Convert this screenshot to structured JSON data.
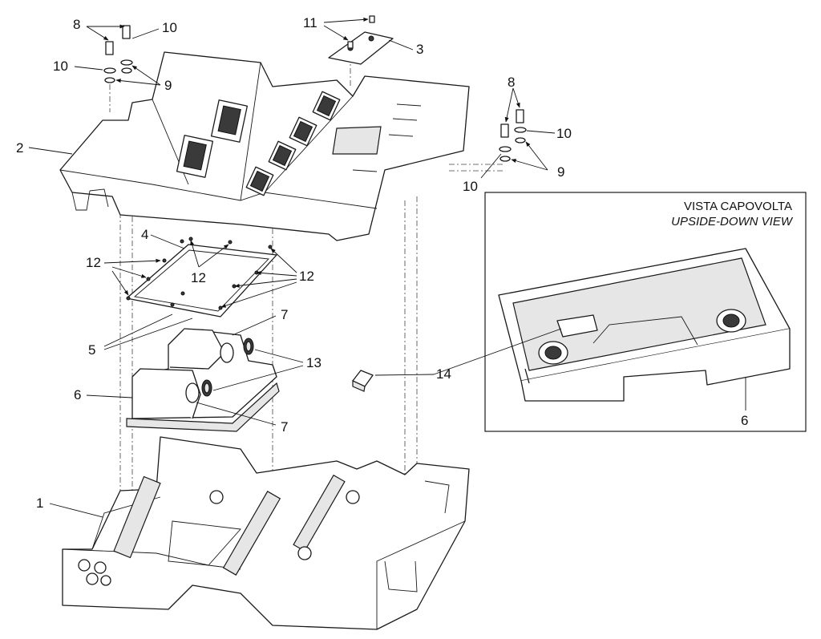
{
  "inset": {
    "line1": "VISTA CAPOVOLTA",
    "line2": "UPSIDE-DOWN VIEW",
    "part_label": "6"
  },
  "callouts": {
    "c8a": "8",
    "c10a": "10",
    "c10b": "10",
    "c9a": "9",
    "c11": "11",
    "c3": "3",
    "c2": "2",
    "c8b": "8",
    "c10c": "10",
    "c10d": "10",
    "c9b": "9",
    "c4": "4",
    "c12a": "12",
    "c12b": "12",
    "c12c": "12",
    "c5": "5",
    "c7a": "7",
    "c13": "13",
    "c6": "6",
    "c7b": "7",
    "c14": "14",
    "c1": "1"
  }
}
